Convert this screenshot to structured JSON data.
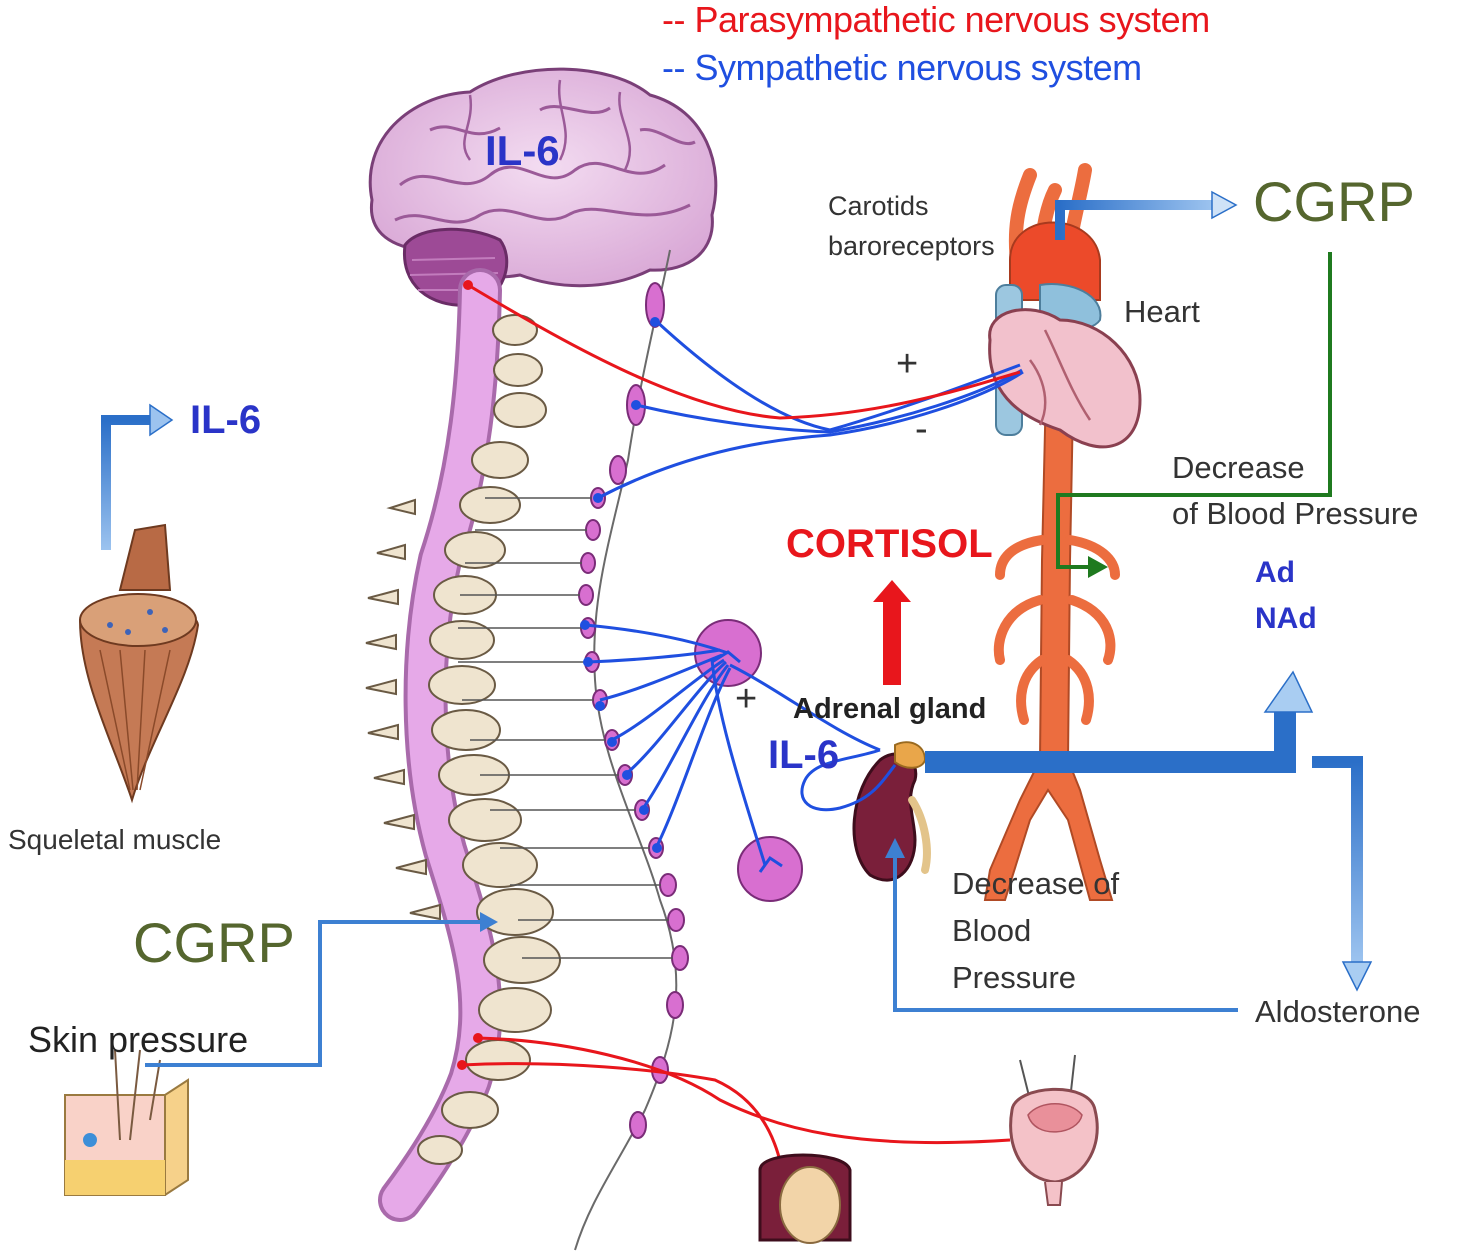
{
  "legend": {
    "parasympathetic": "-- Parasympathetic nervous system",
    "sympathetic": "-- Sympathetic nervous system"
  },
  "labels": {
    "il6_brain": "IL-6",
    "il6_muscle": "IL-6",
    "il6_adrenal": "IL-6",
    "carotids_line1": "Carotids",
    "carotids_line2": "baroreceptors",
    "heart": "Heart",
    "cgrp_top": "CGRP",
    "cgrp_bottom": "CGRP",
    "plus_heart": "+",
    "minus_heart": "-",
    "plus_adrenal": "+",
    "decrease_bp_top_line1": "Decrease",
    "decrease_bp_top_line2": "of Blood Pressure",
    "cortisol": "CORTISOL",
    "ad": "Ad",
    "nad": "NAd",
    "adrenal_gland": "Adrenal gland",
    "decrease_bp_mid_line1": "Decrease of",
    "decrease_bp_mid_line2": "Blood",
    "decrease_bp_mid_line3": "Pressure",
    "aldosterone": "Aldosterone",
    "skeletal_muscle": "Squeletal muscle",
    "skin_pressure": "Skin pressure"
  },
  "colors": {
    "parasympathetic": "#e8161c",
    "sympathetic": "#1f4fe0",
    "flow_arrow": "#3d80d2",
    "cgrp_path": "#1f7a1f",
    "cgrp_text": "#55662e",
    "il6_text": "#2a34c8",
    "cortisol": "#e8161c",
    "ganglia": "#d86fd0",
    "spinal_cord": "#e6a9e8",
    "vertebrae": "#efe4cf",
    "aorta": "#ec6d3f",
    "brain": "#e9c3e6",
    "kidney": "#7a1f3a"
  }
}
